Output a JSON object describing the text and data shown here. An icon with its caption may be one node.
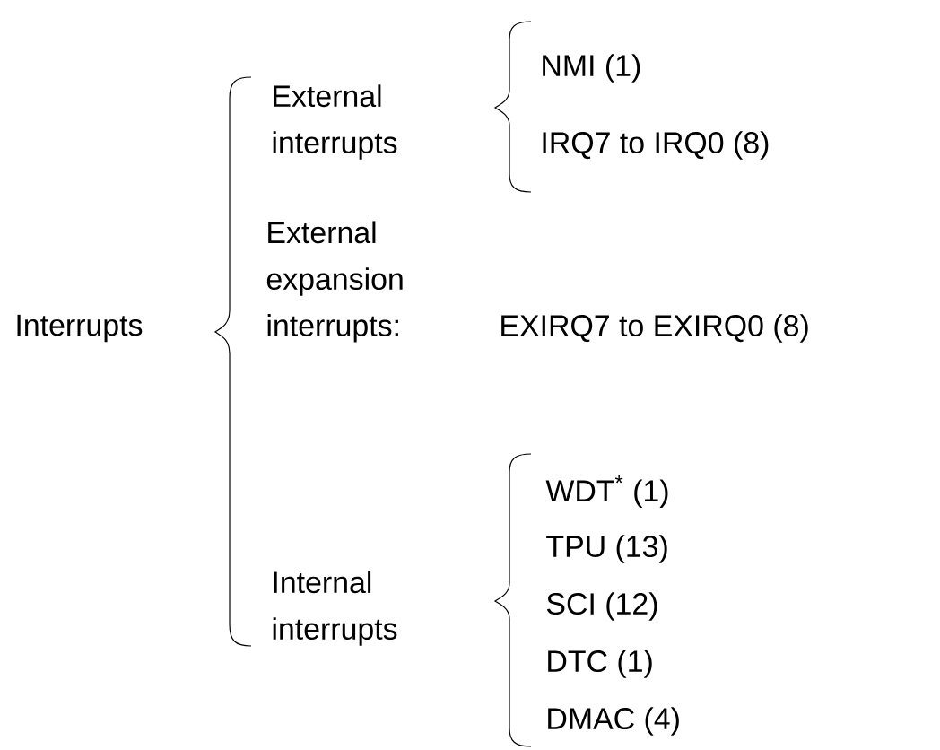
{
  "diagram": {
    "labels": [
      "NMI (1)",
      "External interrupts",
      "IRQ7 to IRQ0 (8)",
      "External expansion interrupts:",
      "Interrupts",
      "EXIRQ7 to EXIRQ0 (8)",
      "WDT$^{*}$ (1)",
      "TPU (13)",
      "SCI (12)",
      "Internal interrupts",
      "DTC (1)",
      "DMAC (4)"
    ]
  }
}
